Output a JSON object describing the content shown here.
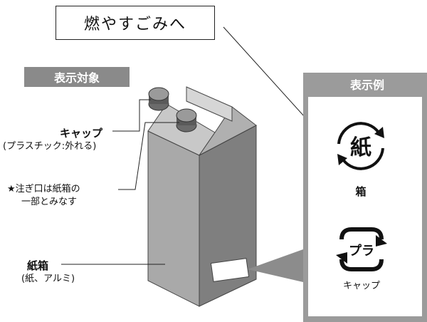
{
  "top_box": {
    "text": "燃やすごみへ"
  },
  "target_tag": {
    "label": "表示対象"
  },
  "example_tag": {
    "label": "表示例"
  },
  "labels": {
    "cap_title": "キャップ",
    "cap_sub": "(プラスチック:外れる)",
    "spout_line1": "★注ぎ口は紙箱の",
    "spout_line2": "一部とみなす",
    "carton_title": "紙箱",
    "carton_sub": "(紙、アルミ)"
  },
  "mark_paper": {
    "symbol": "紙",
    "caption": "箱"
  },
  "mark_plastic": {
    "symbol": "プラ",
    "caption": "キャップ"
  },
  "colors": {
    "panel_gray": "#9b9b9b",
    "tag_gray": "#8a8a8a",
    "carton_gray": "#8c8c8c"
  }
}
